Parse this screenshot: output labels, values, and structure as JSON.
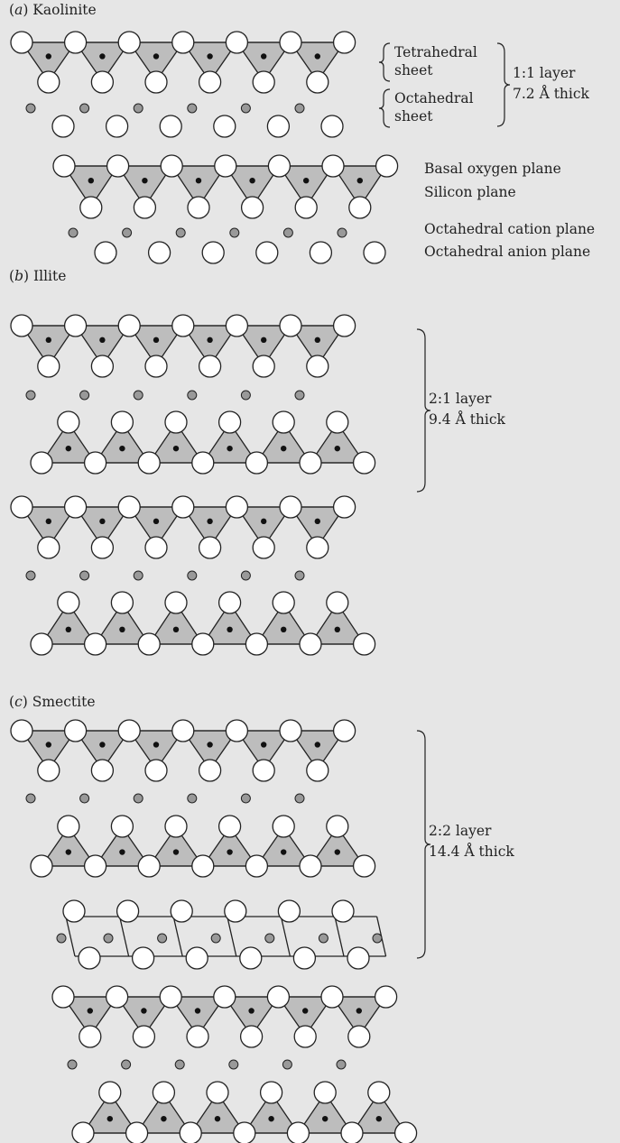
{
  "panels": [
    {
      "letter": "a",
      "name": "Kaolinite",
      "sheet_labels": [
        "Tetrahedral",
        "sheet",
        "Octahedral",
        "sheet"
      ],
      "layer_label": "1:1 layer",
      "thickness_label": "7.2 Å thick",
      "plane_labels": [
        "Basal oxygen plane",
        "Silicon plane",
        "Octahedral cation plane",
        "Octahedral anion plane"
      ]
    },
    {
      "letter": "b",
      "name": "Illite",
      "layer_label": "2:1 layer",
      "thickness_label": "9.4 Å thick"
    },
    {
      "letter": "c",
      "name": "Smectite",
      "layer_label": "2:2 layer",
      "thickness_label": "14.4 Å thick"
    }
  ],
  "colors": {
    "background": "#e6e6e6",
    "tetrahedron_fill": "#bdbdbd",
    "outline": "#222222",
    "oxygen_fill": "#ffffff",
    "octahedral_cation_fill": "#999999",
    "silicon_fill": "#111111"
  }
}
